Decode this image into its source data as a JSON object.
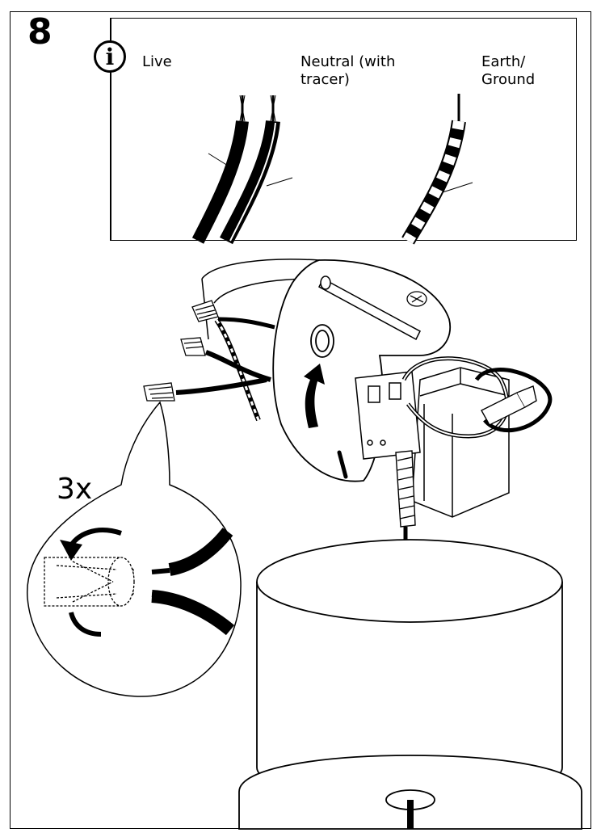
{
  "step": {
    "number": "8"
  },
  "info": {
    "icon": "info-icon",
    "icon_glyph": "i",
    "labels": {
      "live": "Live",
      "neutral": "Neutral (with tracer)",
      "earth": "Earth/ Ground"
    }
  },
  "detail": {
    "repeat": "3x"
  }
}
